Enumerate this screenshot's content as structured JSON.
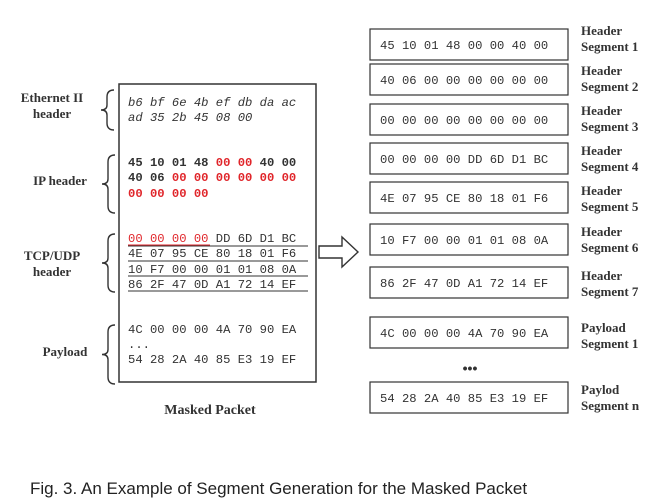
{
  "section_labels": [
    {
      "lines": [
        "Ethernet II",
        "header"
      ]
    },
    {
      "lines": [
        "IP header"
      ]
    },
    {
      "lines": [
        "TCP/UDP",
        "header"
      ]
    },
    {
      "lines": [
        "Payload"
      ]
    }
  ],
  "packet_lines": [
    [
      {
        "t": "b6 bf 6e 4b ef db da ac",
        "s": "italic"
      }
    ],
    [
      {
        "t": "ad 35 2b 45 08 00",
        "s": "italic"
      }
    ],
    [
      {
        "t": "45 10 01 48 ",
        "s": "bold"
      },
      {
        "t": "00 00",
        "s": "red-bold"
      },
      {
        "t": " 40 00",
        "s": "bold"
      }
    ],
    [
      {
        "t": "40 06 ",
        "s": "bold"
      },
      {
        "t": "00 00 00 00 00 00",
        "s": "red-bold"
      }
    ],
    [
      {
        "t": "00 00 00 00",
        "s": "red-bold"
      }
    ],
    [
      {
        "t": "00 00 00 00",
        "s": "red"
      },
      {
        "t": " DD 6D D1 BC",
        "s": "normal"
      }
    ],
    [
      {
        "t": "4E 07 95 CE 80 18 01 F6",
        "s": "normal"
      }
    ],
    [
      {
        "t": "10 F7 00 00 01 01 08 0A",
        "s": "normal"
      }
    ],
    [
      {
        "t": "86 2F 47 0D A1 72 14 EF",
        "s": "normal"
      }
    ],
    [
      {
        "t": "4C 00 00 00 4A 70 90 EA",
        "s": "normal"
      }
    ],
    [
      {
        "t": "...",
        "s": "normal"
      }
    ],
    [
      {
        "t": "54 28 2A 40 85 E3 19 EF",
        "s": "normal"
      }
    ]
  ],
  "packet_caption": "Masked Packet",
  "segments": [
    {
      "hex": "45 10 01 48 00 00 40 00",
      "label": [
        "Header",
        "Segment 1"
      ]
    },
    {
      "hex": "40 06 00 00 00 00 00 00",
      "label": [
        "Header",
        "Segment 2"
      ]
    },
    {
      "hex": "00 00 00 00 00 00 00 00",
      "label": [
        "Header",
        "Segment 3"
      ]
    },
    {
      "hex": "00 00 00 00 DD 6D D1 BC",
      "label": [
        "Header",
        "Segment 4"
      ]
    },
    {
      "hex": "4E 07 95 CE 80 18 01 F6",
      "label": [
        "Header",
        "Segment 5"
      ]
    },
    {
      "hex": "10 F7 00 00 01 01 08 0A",
      "label": [
        "Header",
        "Segment 6"
      ]
    },
    {
      "hex": "86 2F 47 0D A1 72 14 EF",
      "label": [
        "Header",
        "Segment 7"
      ]
    },
    {
      "hex": "4C 00 00 00 4A 70 90 EA",
      "label": [
        "Payload",
        "Segment 1"
      ]
    },
    {
      "hex": "54 28 2A 40 85 E3 19 EF",
      "label": [
        "Paylod",
        "Segment n"
      ]
    }
  ],
  "ellipsis": "•••",
  "figure_caption": "Fig. 3. An Example of Segment Generation for the Masked Packet",
  "colors": {
    "mask_red": "#e0262b",
    "text": "#333333",
    "border": "#333333"
  }
}
